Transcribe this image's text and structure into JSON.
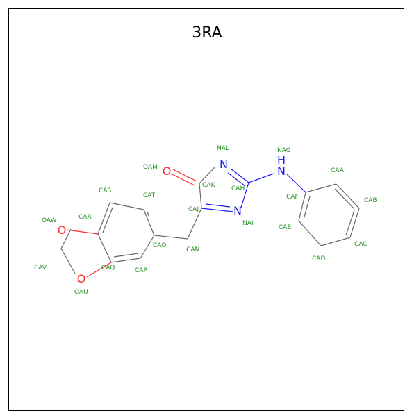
{
  "title": "3RA",
  "colors": {
    "carbon_bond": "#666666",
    "nitrogen": "#1a1aff",
    "oxygen": "#ff2a2a",
    "label": "#1f8f1f"
  },
  "heteroatoms": {
    "o1": "O",
    "n_nal": "N",
    "n_nai": "N",
    "n_nag": "N",
    "h_nag": "H",
    "o_oaw": "O",
    "o_oau": "O"
  },
  "labels": {
    "NAL": "NAL",
    "NAG": "NAG",
    "OAM": "OAM",
    "CAA": "CAA",
    "CAK": "CAK",
    "CAH": "CAH",
    "CAS": "CAS",
    "CAT": "CAT",
    "CAF": "CAF",
    "CAB": "CAB",
    "CAJ": "CAJ",
    "NAI": "NAI",
    "OAW": "OAW",
    "CAR": "CAR",
    "CAE": "CAE",
    "CAO": "CAO",
    "CAN": "CAN",
    "CAC": "CAC",
    "CAV": "CAV",
    "CAQ": "CAQ",
    "CAP": "CAP",
    "CAD": "CAD",
    "OAU": "OAU"
  }
}
